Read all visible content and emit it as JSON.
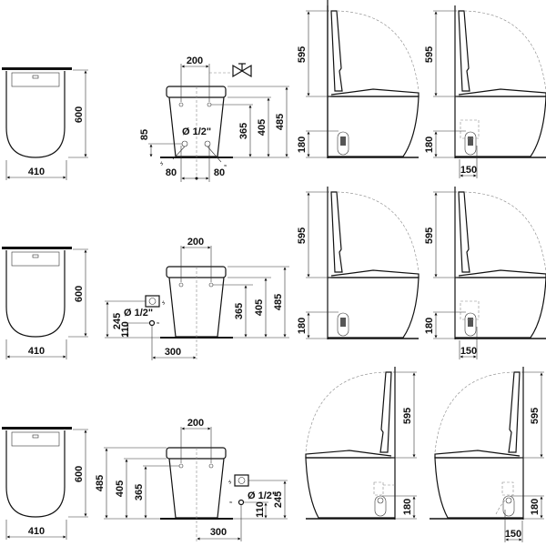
{
  "drawing": {
    "rows": [
      {
        "variant": "floor-supply",
        "top_view": {
          "width": "410",
          "depth": "600"
        },
        "front_view": {
          "inlet_spacing": "200",
          "h_inlet": "365",
          "h_seat": "405",
          "h_total": "485",
          "h_supply": "85",
          "offset_left": "80",
          "offset_right": "80",
          "pipe_size": "Ø 1/2\"",
          "valve_symbol": "valve-icon"
        },
        "side_view_a": {
          "lid_height": "595",
          "outlet_height": "180"
        },
        "side_view_b": {
          "lid_height": "595",
          "outlet_height": "180",
          "outlet_offset": "150"
        }
      },
      {
        "variant": "wall-supply-left",
        "top_view": {
          "width": "410",
          "depth": "600"
        },
        "front_view": {
          "inlet_spacing": "200",
          "h_inlet": "365",
          "h_seat": "405",
          "h_total": "485",
          "h_socket": "245",
          "h_water": "110",
          "offset": "300",
          "pipe_size": "Ø 1/2\""
        },
        "side_view_a": {
          "lid_height": "595",
          "outlet_height": "180"
        },
        "side_view_b": {
          "lid_height": "595",
          "outlet_height": "180",
          "outlet_offset": "150"
        }
      },
      {
        "variant": "wall-supply-right",
        "top_view": {
          "width": "410",
          "depth": "600"
        },
        "front_view": {
          "inlet_spacing": "200",
          "h_inlet": "365",
          "h_seat": "405",
          "h_total": "485",
          "h_socket": "245",
          "h_water": "110",
          "offset": "300",
          "pipe_size": "Ø 1/2\""
        },
        "side_view_a": {
          "lid_height": "595",
          "outlet_height": "180"
        },
        "side_view_b": {
          "lid_height": "595",
          "outlet_height": "180",
          "outlet_offset": "150"
        }
      }
    ]
  }
}
